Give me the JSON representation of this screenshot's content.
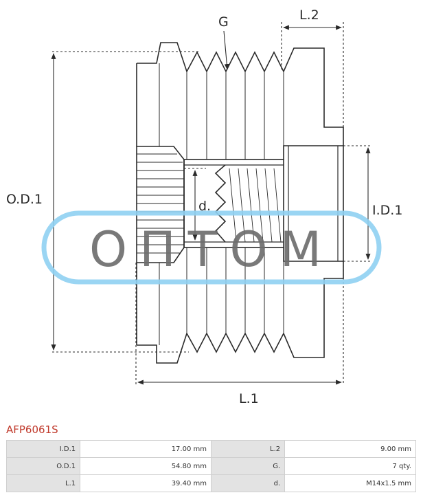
{
  "drawing": {
    "labels": {
      "g": "G",
      "l2": "L.2",
      "od1": "O.D.1",
      "id1": "I.D.1",
      "d": "d.",
      "l1": "L.1"
    },
    "watermark": "ОПТОМ",
    "colors": {
      "line": "#2a2a2a",
      "watermark_ring": "#8fd0f2",
      "watermark_text": "#6e6e6e"
    }
  },
  "product": {
    "code": "AFP6061S",
    "code_color": "#c0392b"
  },
  "specs": [
    [
      {
        "label": "I.D.1",
        "value": "17.00 mm"
      },
      {
        "label": "L.2",
        "value": "9.00 mm"
      }
    ],
    [
      {
        "label": "O.D.1",
        "value": "54.80 mm"
      },
      {
        "label": "G.",
        "value": "7 qty."
      }
    ],
    [
      {
        "label": "L.1",
        "value": "39.40 mm"
      },
      {
        "label": "d.",
        "value": "M14x1.5 mm"
      }
    ]
  ]
}
